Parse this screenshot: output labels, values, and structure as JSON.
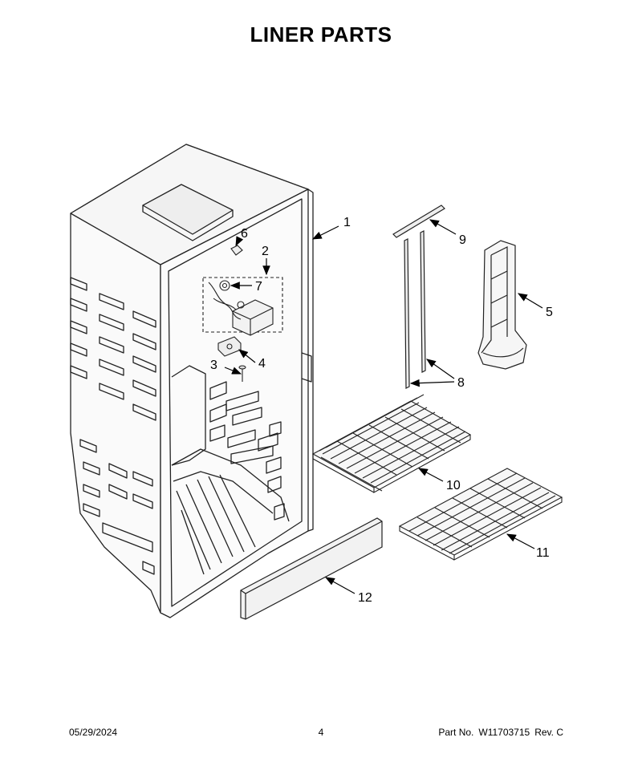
{
  "page": {
    "title": "LINER PARTS"
  },
  "callouts": [
    "1",
    "2",
    "3",
    "4",
    "5",
    "6",
    "7",
    "8",
    "9",
    "10",
    "11",
    "12"
  ],
  "footer": {
    "date": "05/29/2024",
    "page_number": "4",
    "part_label": "Part No.",
    "part_number": "W11703715",
    "revision": "Rev. C"
  }
}
